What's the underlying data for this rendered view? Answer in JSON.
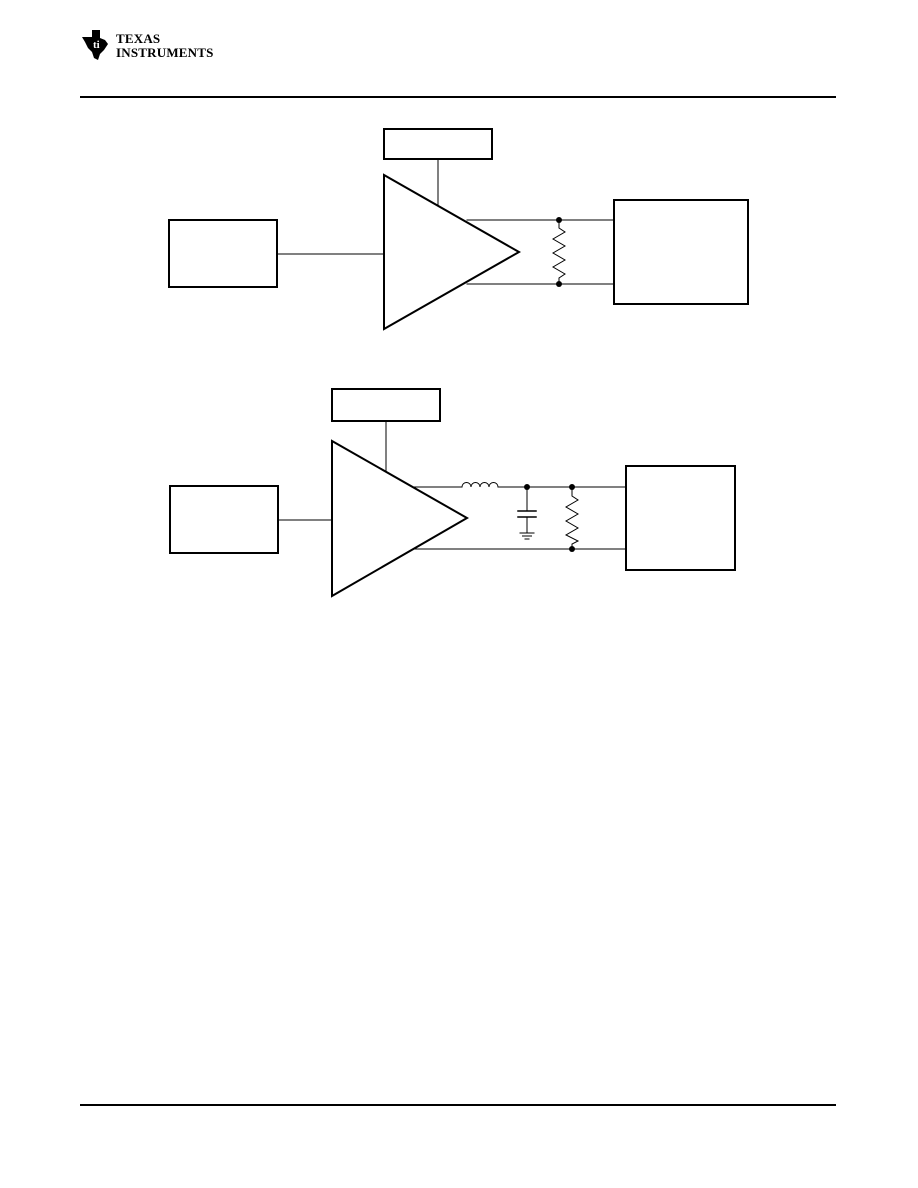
{
  "header": {
    "logo": {
      "line1": "Texas",
      "line2": "Instruments"
    }
  },
  "figures": [
    {
      "name": "amplifier-with-resistive-load",
      "blocks": [
        {
          "name": "top-block",
          "label": ""
        },
        {
          "name": "input-block",
          "label": ""
        },
        {
          "name": "output-block",
          "label": ""
        }
      ],
      "components": [
        "amplifier-triangle",
        "load-resistor"
      ]
    },
    {
      "name": "amplifier-with-lc-filter",
      "blocks": [
        {
          "name": "top-block",
          "label": ""
        },
        {
          "name": "input-block",
          "label": ""
        },
        {
          "name": "output-block",
          "label": ""
        }
      ],
      "components": [
        "amplifier-triangle",
        "filter-inductor",
        "filter-capacitor",
        "ground-symbol",
        "load-resistor"
      ]
    }
  ],
  "colors": {
    "ink": "#000000",
    "background": "#ffffff"
  }
}
